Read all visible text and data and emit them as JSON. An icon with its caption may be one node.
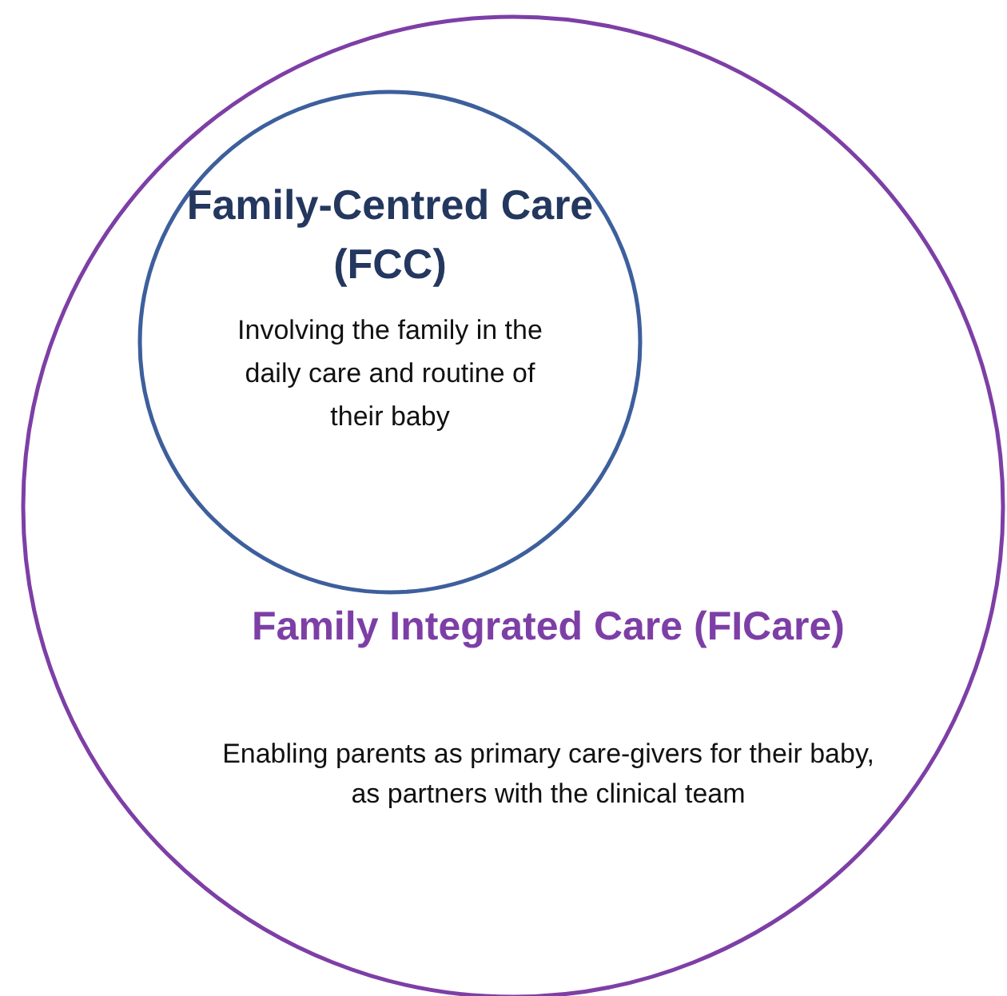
{
  "diagram": {
    "nodes": [
      {
        "text": [
          "Family Integrated Care (FICare)",
          "Enabling parents as primary care-givers for their baby, as partners with the clinical team"
        ]
      },
      {
        "text": [
          "Family-Centred Care (FCC)",
          "Involving the family in the daily care and routine of their baby"
        ],
        "in": 0
      }
    ]
  }
}
